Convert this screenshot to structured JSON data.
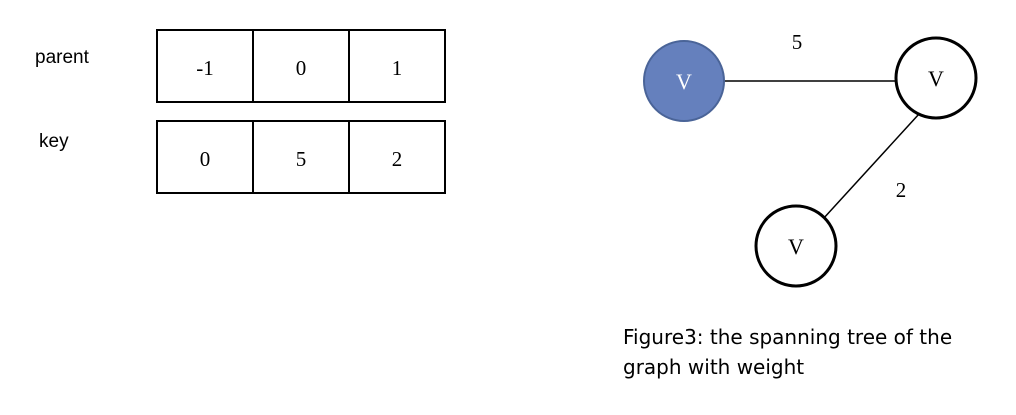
{
  "arrays": {
    "parent": {
      "label": "parent",
      "cells": [
        "-1",
        "0",
        "1"
      ]
    },
    "key": {
      "label": "key",
      "cells": [
        "0",
        "5",
        "2"
      ]
    }
  },
  "graph": {
    "nodes": [
      {
        "label": "V",
        "highlighted": true
      },
      {
        "label": "V",
        "highlighted": false
      },
      {
        "label": "V",
        "highlighted": false
      }
    ],
    "edges": [
      {
        "weight": "5"
      },
      {
        "weight": "2"
      }
    ],
    "colors": {
      "highlight_fill": "#6580bd",
      "highlight_stroke": "#4a6498",
      "highlight_text": "#ffffff",
      "stroke": "#000000"
    }
  },
  "caption": "Figure3: the spanning tree of the graph with weight"
}
